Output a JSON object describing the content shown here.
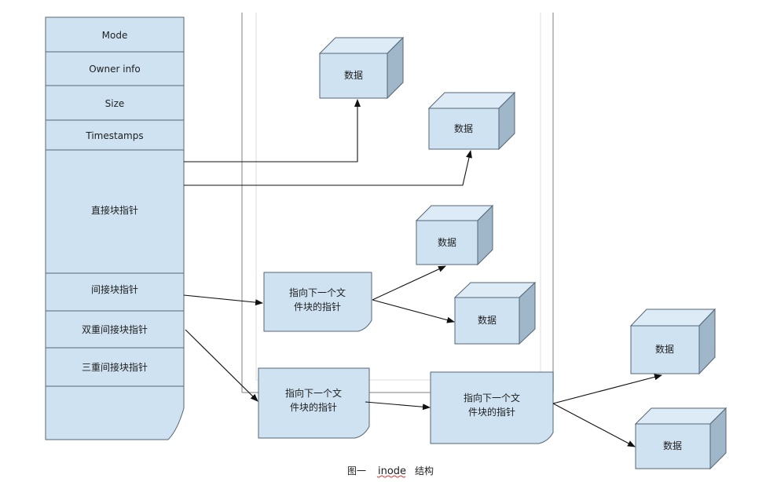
{
  "inode": {
    "fields": [
      {
        "label": "Mode"
      },
      {
        "label": "Owner info"
      },
      {
        "label": "Size"
      },
      {
        "label": "Timestamps"
      },
      {
        "label": "直接块指针"
      },
      {
        "label": "间接块指针"
      },
      {
        "label": "双重间接块指针"
      },
      {
        "label": "三重间接块指针"
      }
    ]
  },
  "blocks": {
    "data_label": "数据",
    "pointer_line1": "指向下一个文",
    "pointer_line2": "件块的指针"
  },
  "caption": {
    "prefix": "图一",
    "word": "inode",
    "suffix": "结构"
  },
  "colors": {
    "box_fill": "#cfe2f1",
    "box_side": "#9fb7c9",
    "stroke": "#556677",
    "arrow": "#111111"
  }
}
